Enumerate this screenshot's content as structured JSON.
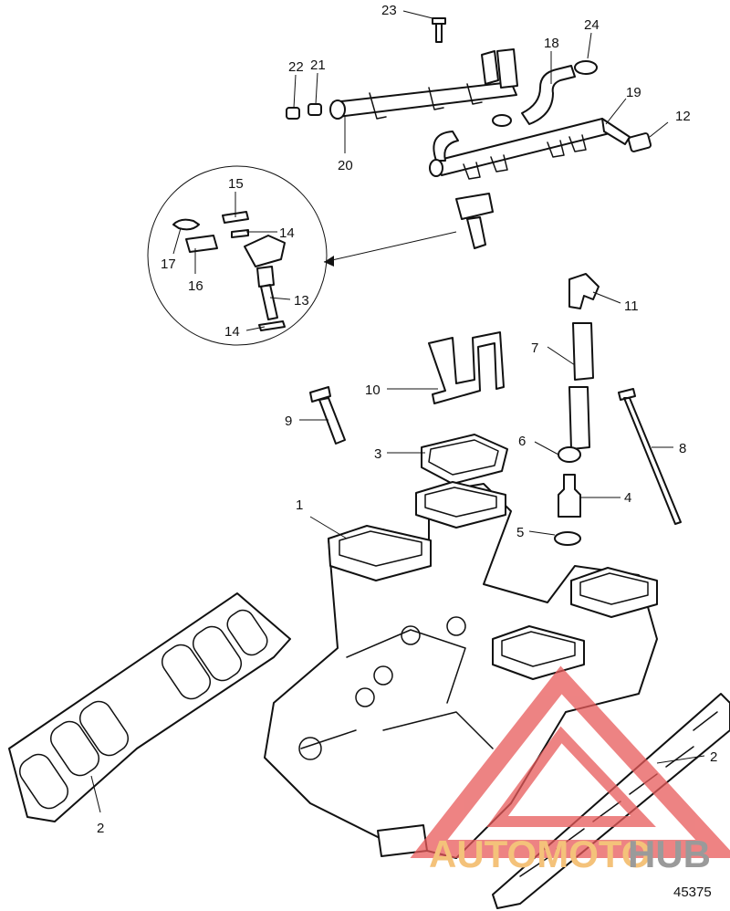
{
  "figure_number": "45375",
  "watermark": {
    "text_a": "AUTOMOTO",
    "text_b": "HUB",
    "color_a": "#f4c27a",
    "color_b": "#9a9a9a",
    "triangle_color": "#e85a5a"
  },
  "callouts": {
    "c1": "1",
    "c2a": "2",
    "c2b": "2",
    "c3": "3",
    "c4": "4",
    "c5": "5",
    "c6": "6",
    "c7": "7",
    "c8": "8",
    "c9": "9",
    "c10": "10",
    "c11": "11",
    "c12": "12",
    "c13": "13",
    "c14a": "14",
    "c14b": "14",
    "c15": "15",
    "c16": "16",
    "c17": "17",
    "c18": "18",
    "c19": "19",
    "c20": "20",
    "c21": "21",
    "c22": "22",
    "c23": "23",
    "c24": "24"
  }
}
